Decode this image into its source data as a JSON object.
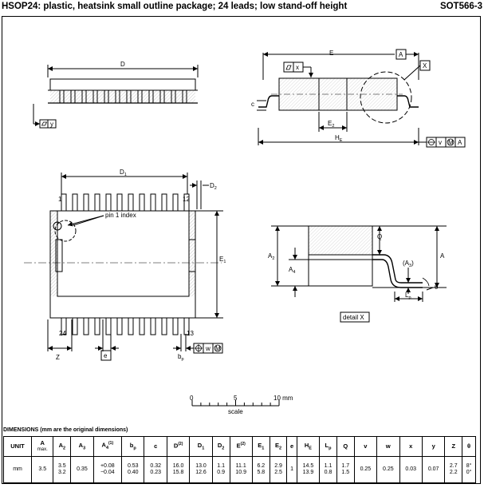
{
  "header": {
    "title": "HSOP24: plastic, heatsink small outline package; 24 leads; low stand-off height",
    "code": "SOT566-3"
  },
  "drawing": {
    "labels": {
      "D": "D",
      "E": "E",
      "A_box": "A",
      "X_box": "X",
      "x": "x",
      "y": "y",
      "c": "c",
      "E2": "E",
      "E2_sub": "2",
      "HE": "H",
      "HE_sub": "E",
      "v": "v",
      "M": "M",
      "D1": "D",
      "D1_sub": "1",
      "D2": "D",
      "D2_sub": "2",
      "pin1": "1",
      "pin12": "12",
      "pin24": "24",
      "pin13": "13",
      "pin1_index": "pin 1 index",
      "E1": "E",
      "E1_sub": "1",
      "Z": "Z",
      "e": "e",
      "w": "w",
      "bp": "b",
      "bp_sub": "p",
      "Q": "Q",
      "A2": "A",
      "A2_sub": "2",
      "A4": "A",
      "A4_sub": "4",
      "A3": "(A",
      "A3_sub": "3",
      "A3_close": ")",
      "Aside": "A",
      "theta": "θ",
      "Lp": "L",
      "Lp_sub": "p",
      "detail": "detail X"
    },
    "scale": {
      "t0": "0",
      "t5": "5",
      "t10": "10 mm",
      "label": "scale"
    }
  },
  "dimensions": {
    "title": "DIMENSIONS (mm are the original dimensions)",
    "headers": [
      {
        "main": "UNIT"
      },
      {
        "main": "A",
        "small": "max."
      },
      {
        "main": "A",
        "sub": "2"
      },
      {
        "main": "A",
        "sub": "3"
      },
      {
        "main": "A",
        "sub": "4",
        "sup": "(1)"
      },
      {
        "main": "b",
        "sub": "p"
      },
      {
        "main": "c"
      },
      {
        "main": "D",
        "sup": "(2)"
      },
      {
        "main": "D",
        "sub": "1"
      },
      {
        "main": "D",
        "sub": "2"
      },
      {
        "main": "E",
        "sup": "(2)"
      },
      {
        "main": "E",
        "sub": "1"
      },
      {
        "main": "E",
        "sub": "2"
      },
      {
        "main": "e"
      },
      {
        "main": "H",
        "sub": "E"
      },
      {
        "main": "L",
        "sub": "p"
      },
      {
        "main": "Q"
      },
      {
        "main": "v"
      },
      {
        "main": "w"
      },
      {
        "main": "x"
      },
      {
        "main": "y"
      },
      {
        "main": "Z"
      },
      {
        "main": "θ"
      }
    ],
    "row": [
      [
        "mm"
      ],
      [
        "3.5"
      ],
      [
        "3.5",
        "3.2"
      ],
      [
        "0.35"
      ],
      [
        "+0.08",
        "−0.04"
      ],
      [
        "0.53",
        "0.40"
      ],
      [
        "0.32",
        "0.23"
      ],
      [
        "16.0",
        "15.8"
      ],
      [
        "13.0",
        "12.6"
      ],
      [
        "1.1",
        "0.9"
      ],
      [
        "11.1",
        "10.9"
      ],
      [
        "6.2",
        "5.8"
      ],
      [
        "2.9",
        "2.5"
      ],
      [
        "1"
      ],
      [
        "14.5",
        "13.9"
      ],
      [
        "1.1",
        "0.8"
      ],
      [
        "1.7",
        "1.5"
      ],
      [
        "0.25"
      ],
      [
        "0.25"
      ],
      [
        "0.03"
      ],
      [
        "0.07"
      ],
      [
        "2.7",
        "2.2"
      ],
      [
        "8°",
        "0°"
      ]
    ]
  }
}
